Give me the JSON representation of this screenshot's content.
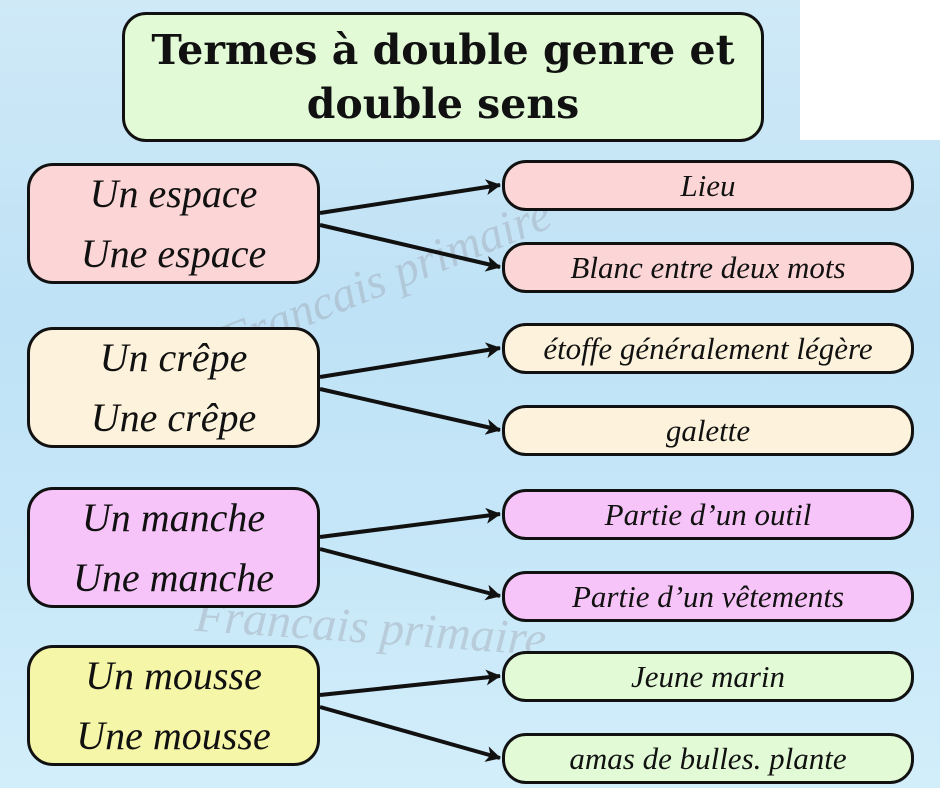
{
  "title": {
    "line1": "Termes à double genre et",
    "line2": "double sens"
  },
  "watermark": "Francais primaire",
  "groups": [
    {
      "color": "#fcd6d6",
      "masculine": "Un espace",
      "feminine": "Une espace",
      "meanings": [
        "Lieu",
        "Blanc entre deux mots"
      ]
    },
    {
      "color": "#fdf3dc",
      "masculine": "Un crêpe",
      "feminine": "Une crêpe",
      "meanings": [
        "étoffe généralement légère",
        "galette"
      ]
    },
    {
      "color": "#f6c4f8",
      "masculine": "Un manche",
      "feminine": "Une manche",
      "meanings": [
        "Partie d’un outil",
        "Partie d’un vêtements"
      ]
    },
    {
      "color": "#f6f6a8",
      "masculine": "Un mousse",
      "feminine": "Une mousse",
      "meanings": [
        "Jeune marin",
        "amas de bulles. plante"
      ]
    }
  ],
  "meaning_colors": [
    "#fcd6d6",
    "#fdf3dc",
    "#f6c4f8",
    "#e2fbd6"
  ]
}
